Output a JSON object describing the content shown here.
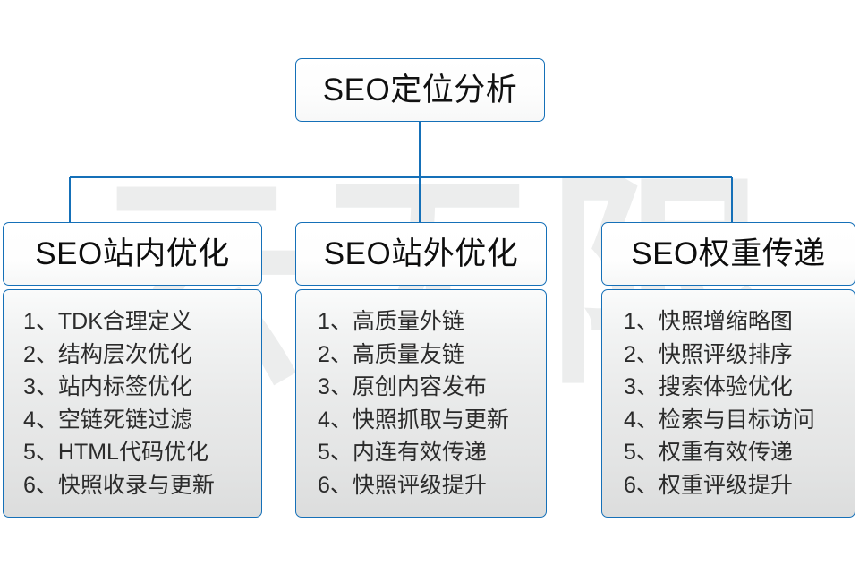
{
  "watermark": {
    "text": "云无限"
  },
  "root": {
    "title": "SEO定位分析"
  },
  "colors": {
    "border": "#1570b8",
    "text": "#111111",
    "watermark": "#eceded",
    "body_background": "#e9eaea"
  },
  "columns": [
    {
      "header": "SEO站内优化",
      "items": [
        "1、TDK合理定义",
        "2、结构层次优化",
        "3、站内标签优化",
        "4、空链死链过滤",
        "5、HTML代码优化",
        "6、快照收录与更新"
      ]
    },
    {
      "header": "SEO站外优化",
      "items": [
        "1、高质量外链",
        "2、高质量友链",
        "3、原创内容发布",
        "4、快照抓取与更新",
        "5、内连有效传递",
        "6、快照评级提升"
      ]
    },
    {
      "header": "SEO权重传递",
      "items": [
        "1、快照增缩略图",
        "2、快照评级排序",
        "3、搜索体验优化",
        "4、检索与目标访问",
        "5、权重有效传递",
        "6、权重评级提升"
      ]
    }
  ]
}
